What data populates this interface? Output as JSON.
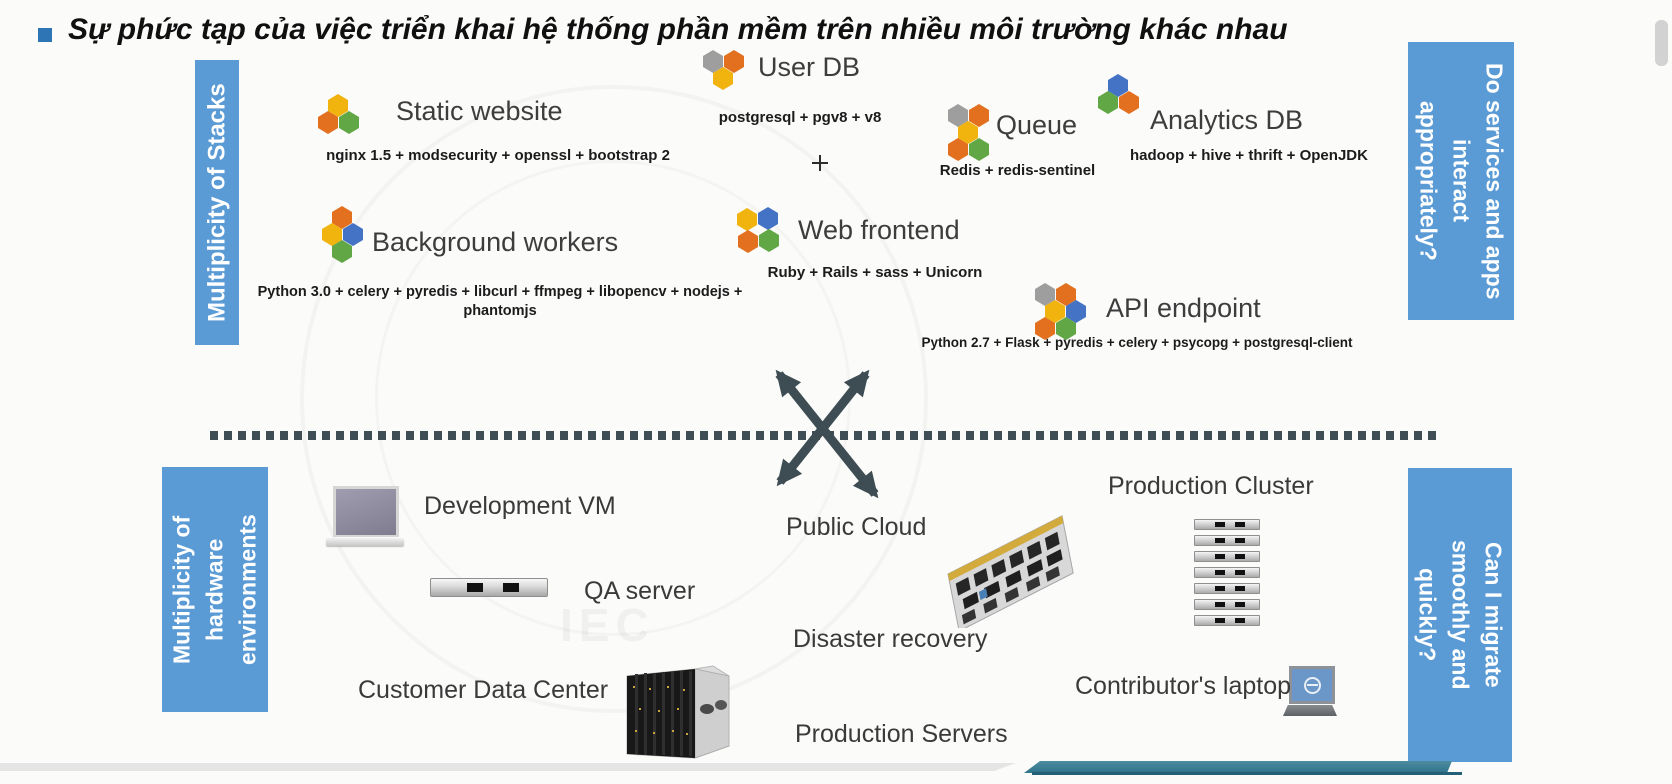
{
  "slide": {
    "title": "Sự phức tạp của việc triển khai hệ thống phần mềm trên nhiều môi trường khác nhau"
  },
  "banners": {
    "stacks": "Multiplicity of Stacks",
    "services": "Do services and apps\ninteract\nappropriately?",
    "hardware": "Multiplicity of\nhardware\nenvironments",
    "migrate": "Can I migrate\nsmoothly and\nquickly?"
  },
  "stacks": [
    {
      "id": "static-website",
      "label": "Static website",
      "sub": [
        "nginx 1.5 + modsecurity + openssl + bootstrap 2"
      ],
      "icon": "hex-cluster-icon",
      "hexes": [
        [
          "yellow",
          10,
          0
        ],
        [
          "orange",
          0,
          17
        ],
        [
          "green",
          21,
          17
        ]
      ]
    },
    {
      "id": "user-db",
      "label": "User DB",
      "sub": [
        "postgresql + pgv8 + v8"
      ],
      "icon": "hex-cluster-icon",
      "hexes": [
        [
          "gray",
          0,
          0
        ],
        [
          "orange",
          21,
          0
        ],
        [
          "yellow",
          10,
          17
        ]
      ]
    },
    {
      "id": "queue",
      "label": "Queue",
      "sub": [
        "Redis + redis-sentinel"
      ],
      "icon": "hex-cluster-icon",
      "hexes": [
        [
          "gray",
          0,
          0
        ],
        [
          "orange",
          21,
          0
        ],
        [
          "yellow",
          10,
          17
        ],
        [
          "orange",
          0,
          34
        ],
        [
          "green",
          21,
          34
        ]
      ]
    },
    {
      "id": "analytics-db",
      "label": "Analytics DB",
      "sub": [
        "hadoop + hive + thrift + OpenJDK"
      ],
      "icon": "hex-cluster-icon",
      "hexes": [
        [
          "blue",
          10,
          0
        ],
        [
          "green",
          0,
          17
        ],
        [
          "orange",
          21,
          17
        ]
      ]
    },
    {
      "id": "background-workers",
      "label": "Background workers",
      "sub": [
        "Python 3.0 + celery + pyredis + libcurl + ffmpeg + libopencv + nodejs +",
        "phantomjs"
      ],
      "icon": "hex-cluster-icon",
      "hexes": [
        [
          "orange",
          10,
          0
        ],
        [
          "yellow",
          0,
          17
        ],
        [
          "blue",
          21,
          17
        ],
        [
          "green",
          10,
          34
        ]
      ]
    },
    {
      "id": "web-frontend",
      "label": "Web frontend",
      "sub": [
        "Ruby + Rails + sass + Unicorn"
      ],
      "icon": "hex-cluster-icon",
      "hexes": [
        [
          "yellow",
          0,
          1
        ],
        [
          "blue",
          21,
          0
        ],
        [
          "orange",
          1,
          23
        ],
        [
          "green",
          22,
          22
        ]
      ]
    },
    {
      "id": "api-endpoint",
      "label": "API endpoint",
      "sub": [
        "Python 2.7 + Flask + pyredis + celery + psycopg + postgresql-client"
      ],
      "icon": "hex-cluster-icon",
      "hexes": [
        [
          "gray",
          0,
          0
        ],
        [
          "orange",
          21,
          0
        ],
        [
          "yellow",
          10,
          17
        ],
        [
          "blue",
          31,
          17
        ],
        [
          "orange",
          0,
          34
        ],
        [
          "green",
          21,
          34
        ]
      ]
    }
  ],
  "hardware": {
    "labels": [
      {
        "id": "development-vm",
        "text": "Development VM"
      },
      {
        "id": "qa-server",
        "text": "QA server"
      },
      {
        "id": "customer-data-center",
        "text": "Customer Data Center"
      },
      {
        "id": "public-cloud",
        "text": "Public Cloud"
      },
      {
        "id": "disaster-recovery",
        "text": "Disaster recovery"
      },
      {
        "id": "production-servers",
        "text": "Production Servers"
      },
      {
        "id": "production-cluster",
        "text": "Production Cluster"
      },
      {
        "id": "contributors-laptop",
        "text": "Contributor's laptop"
      }
    ],
    "icons": [
      "laptop-icon",
      "rack-server-icon",
      "blade-chassis-icon",
      "server-board-icon",
      "rack-stack-icon",
      "small-laptop-icon"
    ]
  },
  "decorations": {
    "divider": "dotted-line",
    "cross_arrows": "double-headed-x-arrows",
    "cursor": "crosshair",
    "watermark": "faint-circular-seal"
  },
  "hex_colors": {
    "orange": "#e2701f",
    "yellow": "#f1b30e",
    "green": "#61a745",
    "blue": "#4473c5",
    "gray": "#9e9e9e"
  },
  "colors": {
    "banner_blue": "#5b9bd5",
    "banner_text": "#ffffff",
    "arrow_dark": "#3e4d53",
    "bullet_blue": "#2e75b6",
    "teal_bar": "#35798e",
    "gray_bar": "#e5e5e5"
  }
}
